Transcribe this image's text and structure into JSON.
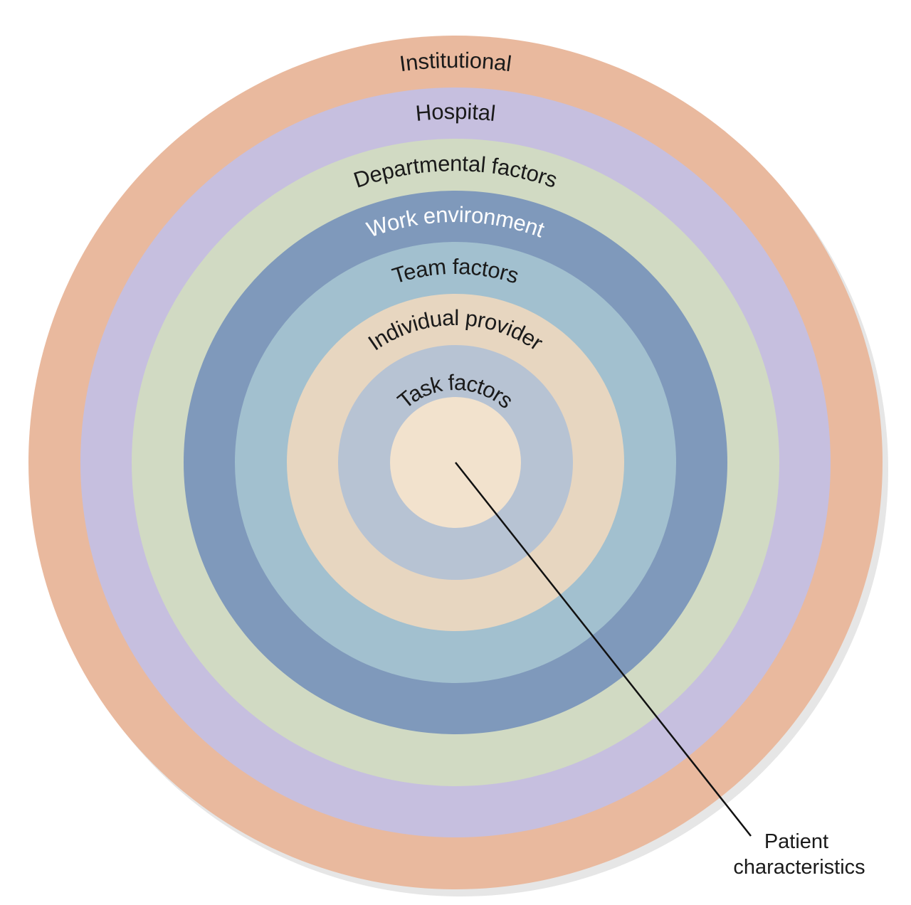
{
  "diagram": {
    "rings": [
      {
        "label": "Institutional",
        "fill": "#e9b99e",
        "text_color": "#1a1a1a"
      },
      {
        "label": "Hospital",
        "fill": "#c6bfdf",
        "text_color": "#1a1a1a"
      },
      {
        "label": "Departmental factors",
        "fill": "#d1dac3",
        "text_color": "#1a1a1a"
      },
      {
        "label": "Work environment",
        "fill": "#7f99bb",
        "text_color": "#ffffff"
      },
      {
        "label": "Team factors",
        "fill": "#a2c0cf",
        "text_color": "#1a1a1a"
      },
      {
        "label": "Individual provider",
        "fill": "#e7d6c0",
        "text_color": "#1a1a1a"
      },
      {
        "label": "Task factors",
        "fill": "#b7c3d3",
        "text_color": "#1a1a1a"
      }
    ],
    "core": {
      "fill": "#f2e2cd"
    },
    "callout": {
      "line1": "Patient",
      "line2": "characteristics",
      "line_color": "#111111"
    },
    "shadow_color": "#e6e6e6"
  }
}
